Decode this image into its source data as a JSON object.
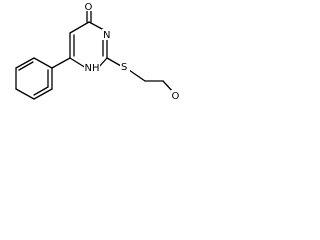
{
  "molecule": {
    "atoms": {
      "oxygen_carbonyl": "O",
      "nh": "NH",
      "nitrogen_ring": "N",
      "sulfur": "S",
      "oxygen_ether": "O"
    }
  }
}
